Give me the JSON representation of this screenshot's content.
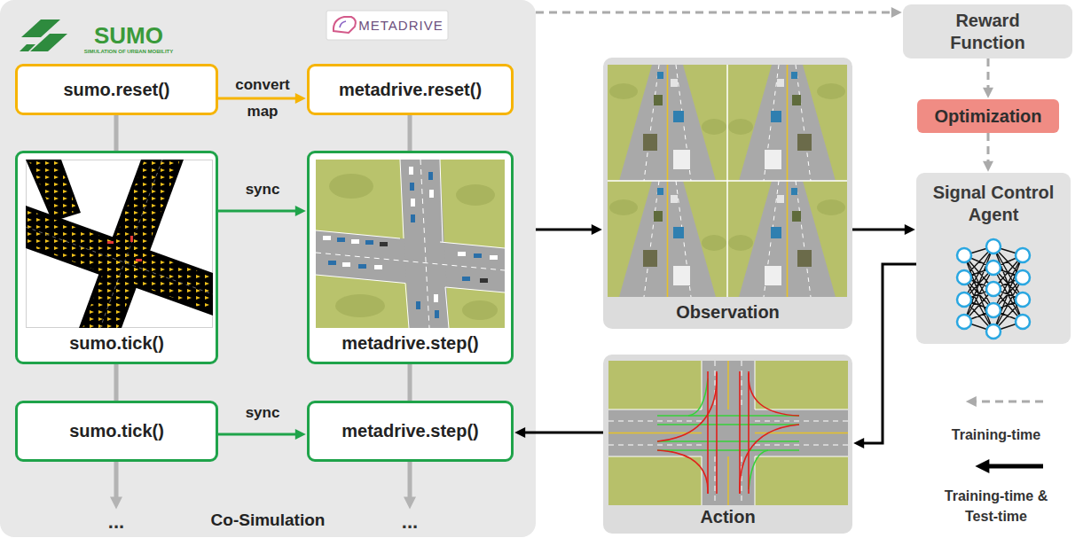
{
  "diagram": {
    "nodes": [
      {
        "text": [
          "Co-Simulation"
        ]
      },
      {
        "text": [
          "sumo.reset()"
        ],
        "in": 0
      },
      {
        "text": [
          "metadrive.reset()"
        ],
        "in": 0
      },
      {
        "text": [
          "sumo.tick()"
        ],
        "in": 0
      },
      {
        "text": [
          "metadrive.step()"
        ],
        "in": 0
      },
      {
        "text": [
          "sumo.tick()"
        ],
        "in": 0
      },
      {
        "text": [
          "metadrive.step()"
        ],
        "in": 0
      },
      {
        "text": [
          "Reward Function"
        ]
      },
      {
        "text": [
          "Optimization"
        ]
      },
      {
        "text": [
          "Observation"
        ]
      },
      {
        "text": [
          "Signal Control Agent"
        ]
      },
      {
        "text": [
          "Action"
        ]
      }
    ],
    "edges": [
      {
        "from": 1,
        "to": 2,
        "arrow": "to",
        "label": "convert map"
      },
      {
        "from": 1,
        "to": 3,
        "arrow": "none"
      },
      {
        "from": 2,
        "to": 4,
        "arrow": "none"
      },
      {
        "from": 3,
        "to": 4,
        "arrow": "to",
        "label": "sync"
      },
      {
        "from": 3,
        "to": 5,
        "arrow": "none"
      },
      {
        "from": 4,
        "to": 6,
        "arrow": "none"
      },
      {
        "from": 5,
        "to": 6,
        "arrow": "to",
        "label": "sync"
      },
      {
        "from": 0,
        "to": 7,
        "arrow": "to"
      },
      {
        "from": 0,
        "to": 9,
        "arrow": "to"
      },
      {
        "from": 7,
        "to": 8,
        "arrow": "to"
      },
      {
        "from": 8,
        "to": 10,
        "arrow": "to"
      },
      {
        "from": 9,
        "to": 10,
        "arrow": "to"
      },
      {
        "from": 10,
        "to": 11,
        "arrow": "to"
      },
      {
        "from": 11,
        "to": 6,
        "arrow": "to"
      }
    ],
    "labels": [
      "SUMO",
      "SIMULATION OF URBAN MOBILITY",
      "METADRIVE",
      "...",
      "..."
    ],
    "legend": [
      {
        "text": "Training-time"
      },
      {
        "text": "Training-time & Test-time"
      }
    ]
  }
}
